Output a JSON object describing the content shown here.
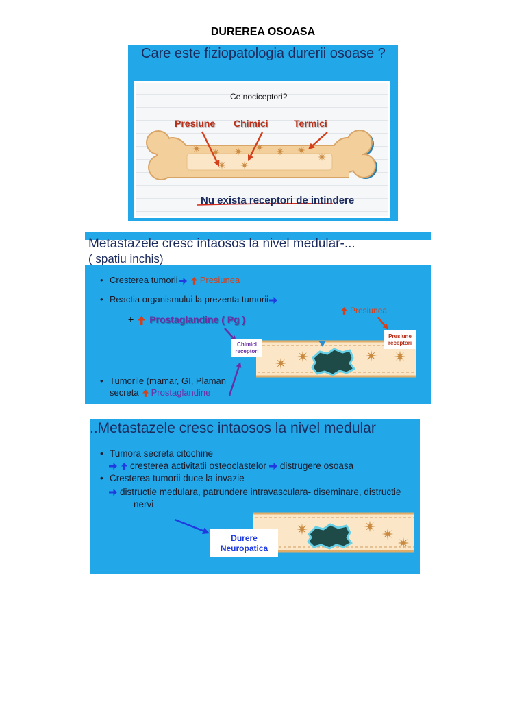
{
  "page": {
    "title": "DUREREA OSOASA"
  },
  "slide1": {
    "title": "Care este fiziopatologia durerii osoase ?",
    "question": "Ce nociceptori?",
    "labels": [
      "Presiune",
      "Chimici",
      "Termici"
    ],
    "note": "Nu exista receptori de intindere"
  },
  "slide2": {
    "title_line1": "Metastazele cresc intaosos la nivel medular-...",
    "title_line2": "( spatiu inchis)",
    "bullet1_text": "Cresterea tumorii",
    "bullet1_result": "Presiunea",
    "bullet2_text": "Reactia organismului la prezenta tumorii",
    "plus": "+",
    "prostaglandine": "Prostaglandine ( Pg )",
    "pressure_label": "Presiunea",
    "chem_box": [
      "Chimici",
      "receptori"
    ],
    "pressure_box": [
      "Presiune",
      "receptori"
    ],
    "bullet3_line1": "Tumorile (mamar, GI, Plaman",
    "bullet3_line2_text": "secreta",
    "bullet3_line2_highlight": "Prostaglandine"
  },
  "slide3": {
    "title": "..Metastazele cresc intaosos la nivel medular",
    "bullet1": "Tumora secreta citochine",
    "sub1_text": "cresterea activitatii osteoclastelor",
    "sub1_result": "distrugere osoasa",
    "bullet2": "Cresterea tumorii duce la invazie",
    "sub2_line1": "distructie medulara, patrundere intravasculara- diseminare, distructie",
    "sub2_line2": "nervi",
    "box": [
      "Durere",
      "Neuropatica"
    ]
  },
  "icons": {
    "right_arrow": "right-arrow-icon",
    "up_arrow": "up-arrow-icon",
    "bone": "bone-icon",
    "nociceptor": "star-icon",
    "tumor": "tumor-blob-icon"
  },
  "colors": {
    "slide_bg": "#22a7e8",
    "title_text": "#1c2b5e",
    "accent_red": "#d4401c",
    "label_red": "#b8301a",
    "purple": "#6a2fa4",
    "arrow_blue": "#1f3be0",
    "bone_fill": "#f3cf9c",
    "marrow_fill": "#fbe7c8",
    "tumor_fill": "#1e4a48",
    "tumor_outline": "#67d0e6",
    "star": "#c9893f"
  }
}
